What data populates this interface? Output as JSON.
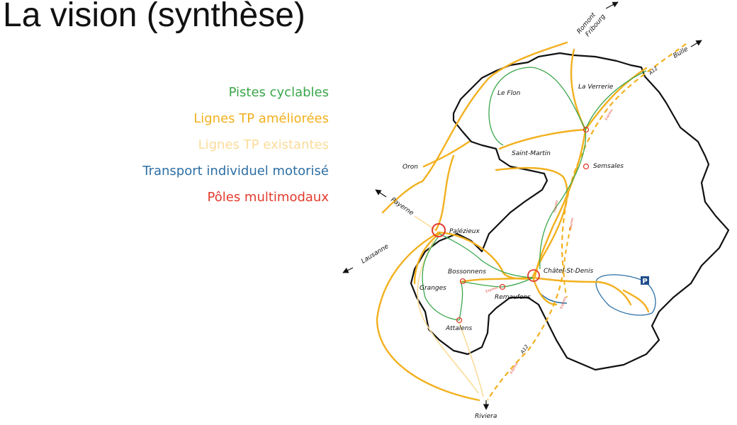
{
  "slide": {
    "title": "La vision (synthèse)"
  },
  "legend": [
    {
      "label": "Pistes cyclables",
      "color": "#3aa64a"
    },
    {
      "label": "Lignes TP améliorées",
      "color": "#f2b01e"
    },
    {
      "label": "Lignes TP existantes",
      "color": "#fbdc98"
    },
    {
      "label": "Transport individuel motorisé",
      "color": "#2c6fa5"
    },
    {
      "label": "Pôles multimodaux",
      "color": "#e33b2d"
    }
  ],
  "places": {
    "romont": "Romont",
    "fribourg": "Fribourg",
    "bulle": "Bulle",
    "la_verrerie": "La Verrerie",
    "le_flon": "Le Flon",
    "saint_martin": "Saint-Martin",
    "semsales": "Semsales",
    "oron": "Oron",
    "payerne": "Payerne",
    "palezieux": "Palézieux",
    "lausanne": "Lausanne",
    "bossonnens": "Bossonnens",
    "chatel": "Châtel-St-Denis",
    "granges": "Granges",
    "remaufens": "Remaufens",
    "attalens": "Attalens",
    "riviera": "Riviera"
  },
  "roads": {
    "a12_north": "A12",
    "a12_south": "A12",
    "express": "Express"
  },
  "parking": {
    "symbol": "P",
    "icon": "parking-icon",
    "color": "#1f4e8c"
  }
}
